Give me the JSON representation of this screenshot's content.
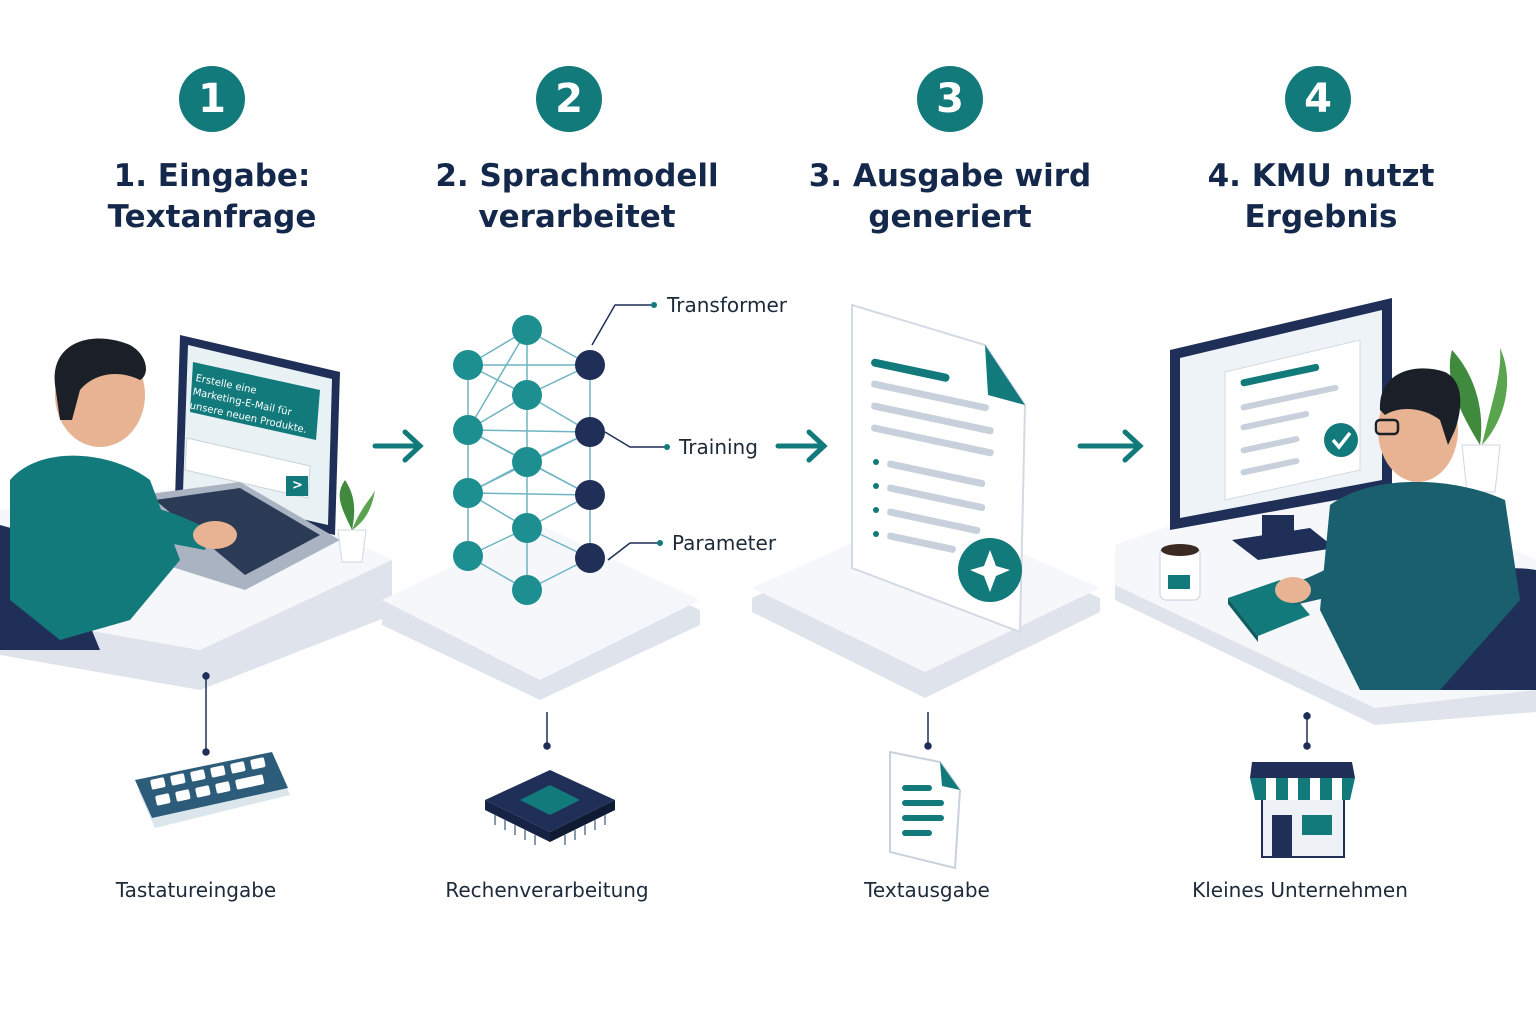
{
  "colors": {
    "teal": "#137a7c",
    "navy": "#14284b",
    "dark_navy": "#1f2f57",
    "light_platform": "#eef1f6"
  },
  "steps": [
    {
      "number": "1",
      "title_line1": "1. Eingabe:",
      "title_line2": "Textanfrage",
      "caption": "Tastatureingabe",
      "icon": "keyboard-icon"
    },
    {
      "number": "2",
      "title_line1": "2. Sprachmodell",
      "title_line2": "verarbeitet",
      "caption": "Rechenverarbeitung",
      "icon": "chip-icon"
    },
    {
      "number": "3",
      "title_line1": "3. Ausgabe wird",
      "title_line2": "generiert",
      "caption": "Textausgabe",
      "icon": "document-icon"
    },
    {
      "number": "4",
      "title_line1": "4. KMU nutzt",
      "title_line2": "Ergebnis",
      "caption": "Kleines Unternehmen",
      "icon": "store-icon"
    }
  ],
  "laptop_prompt": {
    "line1": "Erstelle eine",
    "line2": "Marketing-E-Mail für",
    "line3": "unsere neuen Produkte.",
    "send": ">"
  },
  "model_labels": {
    "transformer": "Transformer",
    "training": "Training",
    "parameter": "Parameter"
  }
}
